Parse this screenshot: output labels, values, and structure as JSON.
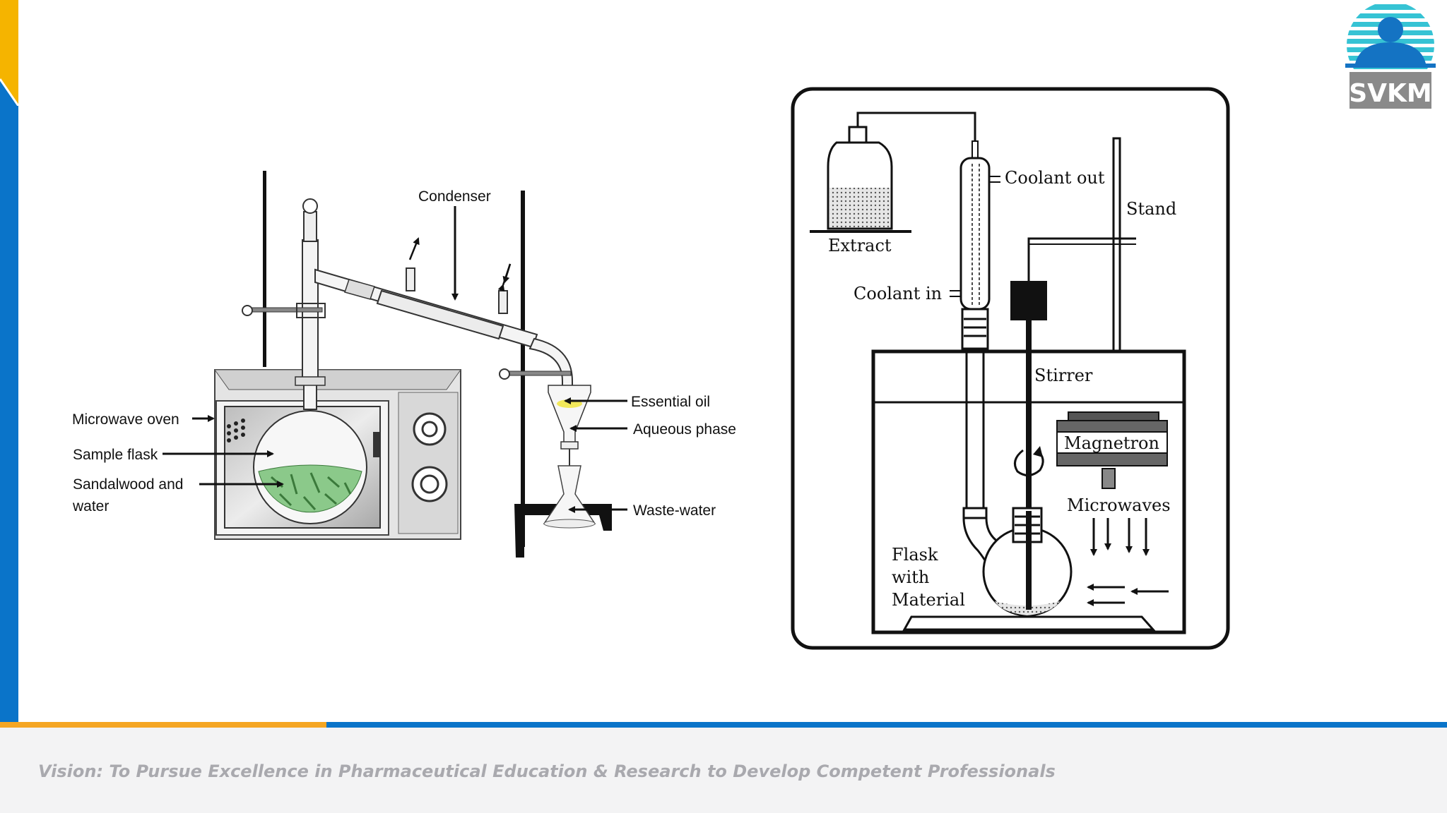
{
  "left_diagram": {
    "labels": {
      "condenser": "Condenser",
      "microwave_oven": "Microwave oven",
      "sample_flask": "Sample flask",
      "sandalwood_line1": "Sandalwood and",
      "sandalwood_line2": "water",
      "essential_oil": "Essential oil",
      "aqueous_phase": "Aqueous phase",
      "waste_water": "Waste-water"
    }
  },
  "right_diagram": {
    "labels": {
      "extract": "Extract",
      "coolant_out": "Coolant out",
      "stand": "Stand",
      "coolant_in": "Coolant in",
      "stirrer": "Stirrer",
      "magnetron": "Magnetron",
      "microwaves": "Microwaves",
      "flask_line1": "Flask",
      "flask_line2": "with",
      "flask_line3": "Material"
    }
  },
  "logo": {
    "text": "SVKM"
  },
  "footer": {
    "vision": "Vision: To Pursue Excellence in Pharmaceutical Education & Research to Develop Competent Professionals"
  },
  "colors": {
    "brand_blue": "#0a74c9",
    "accent_orange": "#f5a623",
    "logo_cyan": "#36c3d4"
  }
}
